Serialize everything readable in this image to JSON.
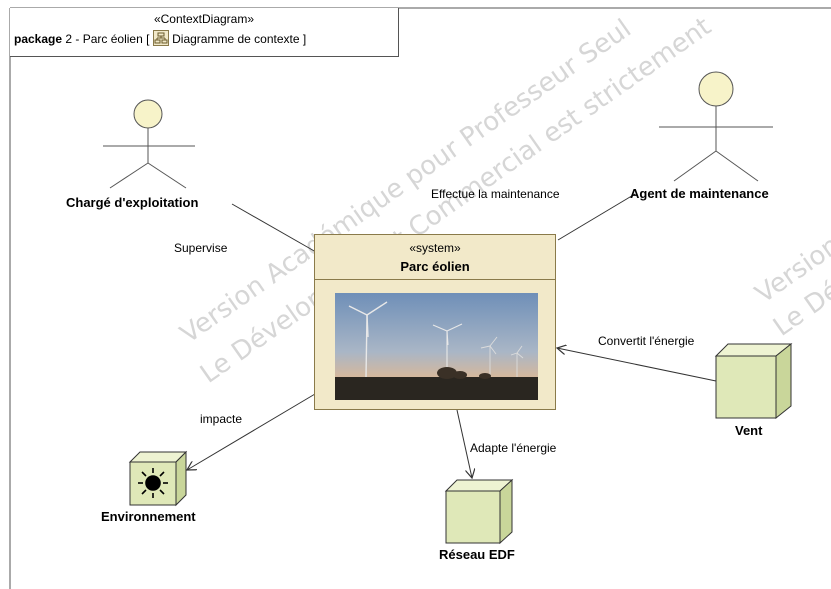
{
  "package": {
    "stereotype": "«ContextDiagram»",
    "keyword": "package",
    "title": "2 - Parc éolien [",
    "diagram_name": "Diagramme de contexte ]"
  },
  "system": {
    "stereotype": "«system»",
    "name": "Parc éolien"
  },
  "actors": [
    {
      "name": "Chargé d'exploitation"
    },
    {
      "name": "Agent de maintenance"
    }
  ],
  "blocks": [
    {
      "name": "Vent"
    },
    {
      "name": "Environnement"
    },
    {
      "name": "Réseau EDF"
    }
  ],
  "relations": [
    {
      "label": "Supervise"
    },
    {
      "label": "Effectue la maintenance"
    },
    {
      "label": "Convertit l'énergie"
    },
    {
      "label": "impacte"
    },
    {
      "label": "Adapte l'énergie"
    }
  ],
  "watermarks": [
    "Version Académique pour Professeur Seul",
    "Le Développement Commercial est strictement",
    "Version A",
    "Le Déve"
  ],
  "colors": {
    "block_fill": "#dfe8b8",
    "system_fill": "#f2e9c9",
    "actor_head": "#f7f3c9"
  }
}
